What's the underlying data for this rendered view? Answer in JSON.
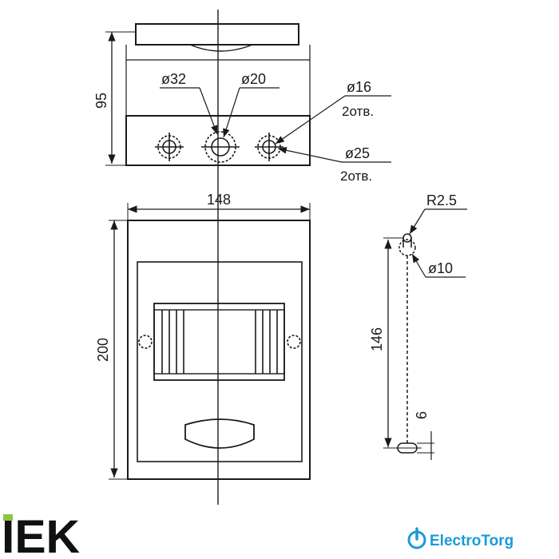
{
  "top_view": {
    "height_dim": "95",
    "hole_a": "ø32",
    "hole_b": "ø20",
    "hole_c": "ø16",
    "hole_c_qty": "2отв.",
    "hole_d": "ø25",
    "hole_d_qty": "2отв."
  },
  "front_view": {
    "width_dim": "148",
    "height_dim": "200"
  },
  "mount_detail": {
    "radius": "R2.5",
    "hole_dia": "ø10",
    "spacing": "146",
    "offset": "6"
  },
  "brands": {
    "left_logo": "IEK",
    "right_logo": "ElectroTorg"
  },
  "colors": {
    "line": "#1a1a1a",
    "iek_accent": "#8dc63f",
    "electrotorg": "#1a9bd7"
  }
}
